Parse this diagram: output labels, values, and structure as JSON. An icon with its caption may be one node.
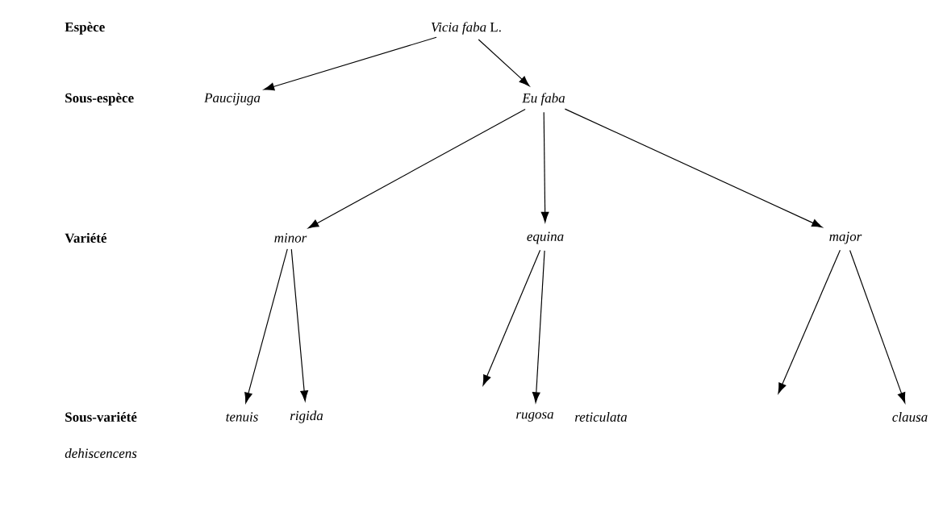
{
  "diagram": {
    "nodes": [
      {
        "text": [
          "*Vicia faba* L."
        ]
      },
      {
        "text": [
          "Paucijuga"
        ]
      },
      {
        "text": [
          "Eu faba"
        ]
      },
      {
        "text": [
          "minor"
        ]
      },
      {
        "text": [
          "equina"
        ]
      },
      {
        "text": [
          "major"
        ]
      },
      {
        "text": [
          "tenuis"
        ]
      },
      {
        "text": [
          "rigida"
        ]
      },
      {
        "text": [
          "rugosa"
        ]
      },
      {
        "text": [
          "clausa"
        ]
      }
    ],
    "edges": [
      {
        "from": 0,
        "to": 1,
        "arrow": "to"
      },
      {
        "from": 0,
        "to": 2,
        "arrow": "to"
      },
      {
        "from": 2,
        "to": 3,
        "arrow": "to"
      },
      {
        "from": 2,
        "to": 4,
        "arrow": "to"
      },
      {
        "from": 2,
        "to": 5,
        "arrow": "to"
      },
      {
        "from": 3,
        "to": 6,
        "arrow": "to"
      },
      {
        "from": 3,
        "to": 7,
        "arrow": "to"
      },
      {
        "from": 4,
        "to": null,
        "arrow": "to"
      },
      {
        "from": 4,
        "to": 8,
        "arrow": "to"
      },
      {
        "from": 5,
        "to": null,
        "arrow": "to"
      },
      {
        "from": 5,
        "to": 9,
        "arrow": "to"
      }
    ],
    "labels": [
      "Espèce",
      "Sous-espèce",
      "Variété",
      "Sous-variété",
      "reticulata",
      "dehiscencens"
    ]
  }
}
